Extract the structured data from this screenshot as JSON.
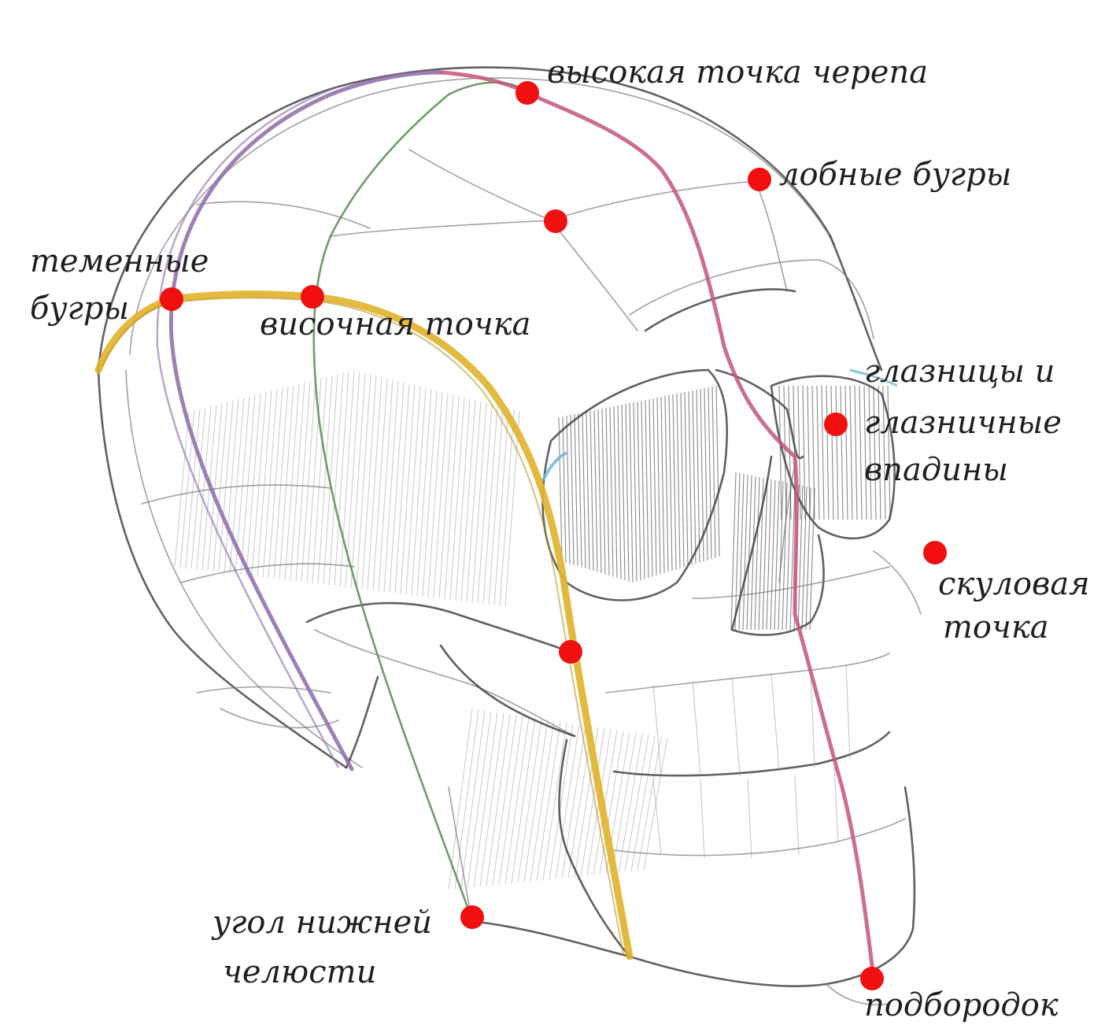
{
  "labels": {
    "skull_top": "высокая точка черепа",
    "frontal": "лобные бугры",
    "parietal_1": "теменные",
    "parietal_2": "бугры",
    "temporal": "височная точка",
    "orbit_1": "глазницы и",
    "orbit_2": "глазничные",
    "orbit_3": "впадины",
    "zygomatic_1": "скуловая",
    "zygomatic_2": "точка",
    "jaw_1": "угол нижней",
    "jaw_2": "челюсти",
    "chin": "подбородок"
  },
  "colors": {
    "landmark_dot": "#f01010",
    "profile_line": "#c2557e",
    "parietal_line": "#8d6aa8",
    "temporal_line": "#5d9457",
    "horizontal_band": "#e0b329",
    "eye_accent": "#6fb9d9",
    "pencil": "#3a3a3a"
  }
}
